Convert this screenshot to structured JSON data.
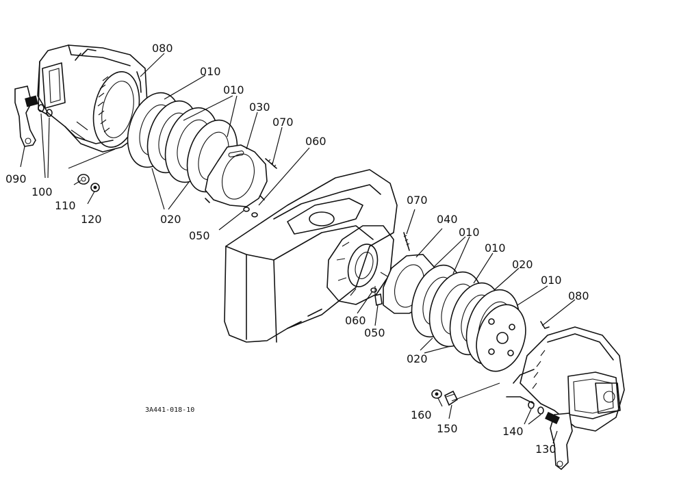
{
  "drawing_code": "3A441-018-10",
  "callouts": {
    "c080_top": "080",
    "c010_a": "010",
    "c010_b": "010",
    "c030": "030",
    "c070_top": "070",
    "c060_top": "060",
    "c090": "090",
    "c100": "100",
    "c110": "110",
    "c120": "120",
    "c020_top": "020",
    "c050_top": "050",
    "c070_mid": "070",
    "c040": "040",
    "c010_c": "010",
    "c010_d": "010",
    "c020_mid": "020",
    "c010_e": "010",
    "c080_right": "080",
    "c060_mid": "060",
    "c050_mid": "050",
    "c020_low": "020",
    "c160": "160",
    "c150": "150",
    "c140": "140",
    "c130": "130"
  }
}
